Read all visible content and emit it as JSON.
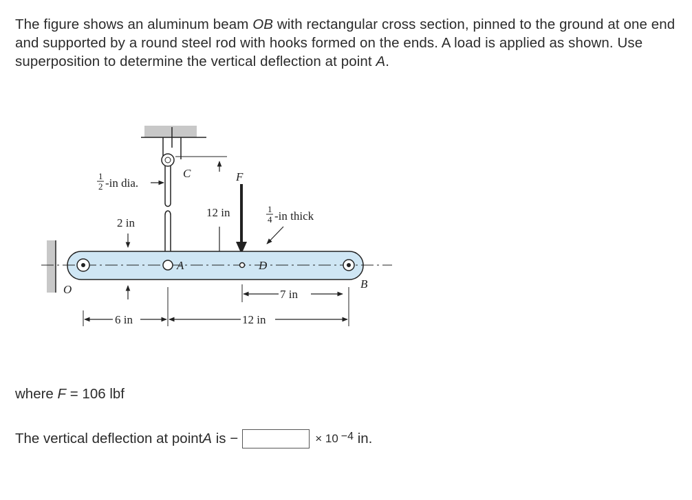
{
  "problem": {
    "line1": "The figure shows an aluminum beam ",
    "beam_name": "OB",
    "line1b": " with rectangular cross section, pinned to the ground at one end and supported by a round steel rod with hooks formed on the ends. A load is applied as shown. Use superposition to determine the vertical deflection at point ",
    "point_name": "A",
    "line1c": "."
  },
  "figure": {
    "rod_dia_frac_num": "1",
    "rod_dia_frac_den": "2",
    "rod_dia_label": "-in dia.",
    "dim_2in": "2 in",
    "label_C": "C",
    "dim_12in_vertical": "12 in",
    "label_F": "F",
    "thick_frac_num": "1",
    "thick_frac_den": "4",
    "thick_label": "-in thick",
    "label_A": "A",
    "label_D": "D",
    "label_O": "O",
    "label_B": "B",
    "dim_7in": "7 in",
    "dim_6in": "6 in",
    "dim_12in_horizontal": "12 in"
  },
  "where": {
    "prefix": "where ",
    "var": "F",
    "rest": " = 106 lbf"
  },
  "answer": {
    "prefix": "The vertical deflection at point ",
    "var": "A",
    "suffix": " is −",
    "input_value": "",
    "times": "× 10",
    "exponent": "−4",
    "unit": " in."
  }
}
